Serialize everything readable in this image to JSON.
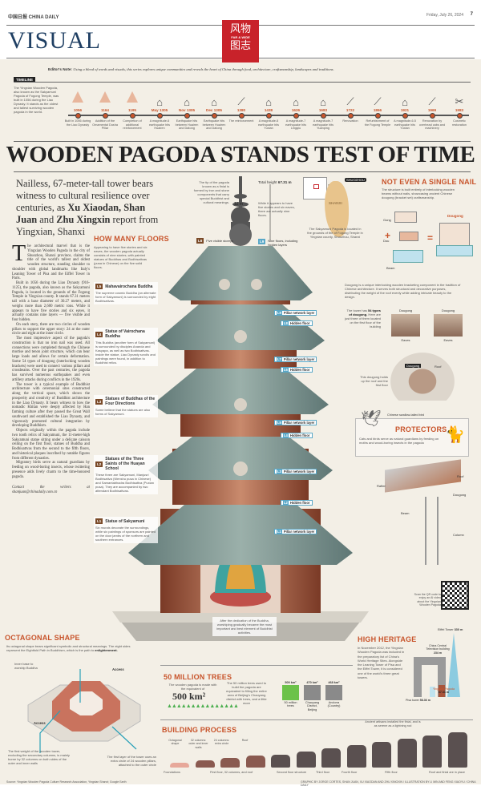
{
  "masthead": {
    "paper": "中国日报 CHINA DAILY",
    "date": "Friday, July 26, 2024",
    "page": "7",
    "section": "VISUAL",
    "logo_cn": "风物图志",
    "logo_en": "FAR & WIDE"
  },
  "editors_note": {
    "label": "Editor's Note:",
    "text": "Using a blend of words and visuals, this series explores unique communities and reveals the heart of China through food, architecture, craftsmanship, landscapes and traditions."
  },
  "timeline": {
    "label": "TIMELINE",
    "intro": "The Yingxian Wooden Pagoda, also known as the Sakyamuni Pagoda of Fogong Temple, was built in 1056 during the Liao Dynasty. It stands as the oldest and tallest surviving wooden pagoda in the world.",
    "events": [
      {
        "year": "1056",
        "desc": "Built in 1056 during the Liao Dynasty",
        "icon": "pagoda"
      },
      {
        "year": "1164",
        "desc": "Addition of the Ornamental Dusha Pillar",
        "icon": "pagoda"
      },
      {
        "year": "1195",
        "desc": "Completion of additional reinforcement",
        "icon": "pagoda"
      },
      {
        "year": "May 1305",
        "desc": "A magnitude-6 earthquake hits Huairen",
        "icon": "quake"
      },
      {
        "year": "Nov 1305",
        "desc": "Earthquake hits between Huairen and Datong",
        "icon": "quake"
      },
      {
        "year": "Dec 1305",
        "desc": "Earthquake hits between Huairen and Datong",
        "icon": "quake"
      },
      {
        "year": "1380",
        "desc": "The reinforcement",
        "icon": "beam"
      },
      {
        "year": "1438",
        "desc": "A magnitude-6 earthquake hits Yuxian",
        "icon": "quake"
      },
      {
        "year": "1626",
        "desc": "A magnitude-7 earthquake hits Lingqiu",
        "icon": "quake"
      },
      {
        "year": "1683",
        "desc": "A magnitude-7 earthquake hits Yuanping",
        "icon": "quake"
      },
      {
        "year": "1722",
        "desc": "Renovation",
        "icon": "beam"
      },
      {
        "year": "1866",
        "desc": "Refurbishment of the Fogong Temple",
        "icon": "beam"
      },
      {
        "year": "1921",
        "desc": "A magnitude-6.5 earthquake hits Yuxian",
        "icon": "quake"
      },
      {
        "year": "1969",
        "desc": "Renovation by overhead cabs and machinery",
        "icon": "beam"
      },
      {
        "year": "1983",
        "desc": "Cosmetic restoration",
        "icon": "tools"
      }
    ]
  },
  "headline": "WOODEN PAGODA STANDS TEST OF TIME",
  "deck": {
    "text1": "Nailless, 67-meter-tall tower bears witness to cultural resilience over centuries, as ",
    "authors1": "Xu Xiaodan, Shan Juan",
    "text2": " and ",
    "authors2": "Zhu Xingxin",
    "text3": " report from Yingxian, Shanxi"
  },
  "body": {
    "dropcap": "T",
    "paragraphs": [
      "he architectural marvel that is the Yingxian Wooden Pagoda in the city of Shuozhou, Shanxi province, claims the title of the world's tallest and oldest wooden structure, standing shoulder to shoulder with global landmarks like Italy's Leaning Tower of Pisa and the Eiffel Tower in Paris.",
      "Built in 1056 during the Liao Dynasty (916-1125), the pagoda, also known as the Sakyamuni Pagoda, is located in the grounds of the Fogong Temple in Yingxian county. It stands 67.31 meters tall with a base diameter of 30.27 meters, and weighs more than 2,600 metric tons. While it appears to have five stories and six eaves, it actually contains nine layers — five visible and four hidden.",
      "On each story, there are two circles of wooden pillars to support the upper story: 24 at the outer circle and eight at the inner circle.",
      "The most impressive aspect of the pagoda's construction is that no iron nail was used. All connections were completed through the Chinese mortise and tenon joint structure, which can bear large loads and allows for certain deformation. Some 54 types of dougong (interlocking wooden brackets) were used to connect various pillars and crossbeams. Over the past centuries, the pagoda has survived numerous earthquakes and even artillery attacks during conflicts in the 1920s.",
      "The tower is a typical example of Buddhist architecture with ceremonial sites constructed along the vertical space, which shows the prosperity and creativity of Buddhist architecture in the Liao Dynasty. It bears witness to how the nomadic Khitan were deeply affected by Han farming culture after they passed the Great Wall southward and established the Liao Dynasty, and vigorously promoted cultural integration by developing Buddhism.",
      "Objects originally within the pagoda include two tooth relics of Sakyamuni, the 11-meter-high Sakyamuni statue sitting under a delicate caisson ceiling on the first floor, statues of Buddha and Bodhisattvas from the second to the fifth floors, and historical plaques inscribed by notable figures from different dynasties.",
      "Migratory birds serve as natural guardians by feeding on wood-boring insects, whose twittering presence adds lively charm to the time-honored pagoda."
    ],
    "contact": "Contact the writers at shanjuan@chinadaily.com.cn"
  },
  "floors": {
    "title": "HOW MANY FLOORS",
    "intro": "Appearing to have five stories and six eaves, the wooden pagoda actually consists of nine stories, with painted statues of Buddhas and Bodhisattvas (pusa in Chinese) on the five solid floors.",
    "levels": [
      {
        "num": "L5",
        "title": "Mahavairochana Buddha",
        "desc": "The supreme cosmic Buddha (an alternate form of Sakyamuni) is surrounded by eight Bodhisattvas."
      },
      {
        "num": "L4",
        "title": "Statue of Vairochana Buddha",
        "desc": "This Buddha (another form of Sakyamuni) is surrounded by disciples Ananda and Kasyapa, as well as two Bodhisattvas. Inside the statue, Liao Dynasty scrolls and paintings were found, in addition to Buddhist relics."
      },
      {
        "num": "L3",
        "title": "Statues of Buddhas of the Four Directions",
        "desc": "Some believe that the statues are also forms of Sakyamuni."
      },
      {
        "num": "L2",
        "title": "Statues of the Three Saints of the Huayan School",
        "desc": "These three are Sakyamuni, Manjusri Bodhisattva (Wenshu pusa in Chinese) and Samantabhadra Bodhisattva (Puxian pusa). They are accompanied by two attendant Bodhisattvas."
      },
      {
        "num": "L1",
        "title": "Statue of Sakyamuni",
        "desc": "Six murals decorate the surroundings, while six paintings of sponsors are painted on the door jambs of the northern and southern entrances."
      }
    ]
  },
  "pagoda": {
    "spire_note": "The tip of the pagoda known as a finial is formed by iron and stone components that carry special Buddhist and cultural meanings.",
    "spire_height": "11 m",
    "total_height_label": "Total height",
    "total_height": "67.31 m",
    "appearance_note": "While it appears to have five stories and six eaves, there are actually nine floors.",
    "nine_floors_num": "L9",
    "nine_floors": "Nine floors, including hidden layers",
    "five_eaves_num": "L6",
    "five_eaves": "Five visible storeys",
    "buddha_height": "11 m",
    "layers": [
      "Pillar network layer",
      "Hidden floor",
      "Pillar network layer",
      "Hidden floor",
      "Pillar network layer",
      "Hidden floor",
      "Pillar network layer",
      "Hidden floor",
      "Pillar network layer"
    ],
    "dedication_note": "After the dedication of the Buddha, worshiping gradually became the most important and best element of Buddhist activities."
  },
  "location": {
    "tag": "SHUOZHOU",
    "province": "SHANXI",
    "caption": "The Sakyamuni Pagoda is located in the grounds of the of Fogong Temple in Yingxian county, Shuozhou, Shanxi"
  },
  "nail": {
    "title": "NOT EVEN A SINGLE NAIL",
    "intro": "The structure is built entirely of interlocking wooden beams without nails, showcasing ancient Chinese dougong (bracket set) craftsmanship.",
    "parts": [
      "Gong",
      "Dou",
      "Beam",
      "Dougong"
    ],
    "desc": "Dougong is a unique interlocking wooden bracketing component in the tradition of Chinese architecture. It serves both structural and decorative purposes, distributing the weight of the roof evenly while adding intricate beauty to the design.",
    "types_a": "The tower has ",
    "types_b": "54 types of dougong.",
    "types_c": " Here are just three of them located on the first floor of the building",
    "type_labels": [
      "Dougong",
      "Dougong"
    ],
    "type_sub": [
      "Eaves",
      "Eaves"
    ],
    "roof_labels": [
      "Dougong",
      "Roof"
    ],
    "holds_note": "This dougong holds up the roof and the first floor"
  },
  "protectors": {
    "title": "PROTECTORS",
    "bird_label": "Chinese swallow-tailed bird",
    "text": "Cats and birds serve as natural guardians by feeding on moths and wood-boring insects in the pagoda"
  },
  "structure_labels": [
    "Rafter",
    "Roof",
    "Dougong",
    "Beam",
    "Column"
  ],
  "qr": {
    "text": "Scan the QR code to enjoy an AI video about the Yingxian Wooden Pagoda"
  },
  "heritage": {
    "title": "HIGH HERITAGE",
    "text": "In November 2012, the Yingxian Wooden Pagoda was included in the preparatory list of China's World Heritage Sites. Alongside the Leaning Tower of Pisa and the Eiffel Tower, it is considered one of the world's three great towers.",
    "towers": [
      {
        "name": "Eiffel Tower",
        "height": "330 m"
      },
      {
        "name": "China Central Television building",
        "height": "234 m"
      },
      {
        "name": "Yingxian Pagoda",
        "height": "67.31 m"
      },
      {
        "name": "Pisa tower",
        "height": "58.36 m"
      }
    ]
  },
  "octagon": {
    "title": "OCTAGONAL SHAPE",
    "intro_a": "Its octagonal shape bears significant symbolic and structural meanings. The eight sides represent the Eightfold Path in Buddhism, which is the path to ",
    "intro_b": "enlightenment.",
    "inner": "Inner base to worship Buddha",
    "access": "Access",
    "access2": "Access",
    "note_left": "The first weight of the wooden tower, excluding the secondary columns, is mainly borne by 32 columns on both sides of the outer and inner walls",
    "note_right": "The first layer of the tower uses an extra circle of 24 wooden pillars, attached to the outer circle"
  },
  "trees": {
    "title": "50 MILLION TREES",
    "intro": "The wooden pagoda is made with the equivalent of",
    "area": "500 km²",
    "note": "The 50 million trees used to build the pagoda are equivalent to filling the entire area of Beijing's Chaoyang district with trees, and a little more",
    "compare": [
      {
        "value": "500 km²",
        "label": "50 million trees",
        "color": "#6cc24a"
      },
      {
        "value": "470 km²",
        "label": "Chaoyang District, Beijing",
        "color": "#8a8a8a"
      },
      {
        "value": "468 km²",
        "label": "Andorra (Country)",
        "color": "#8a8a8a"
      }
    ]
  },
  "building": {
    "title": "BUILDING PROCESS",
    "top_labels": [
      "Octagonal shape",
      "32 columns: outer and inner walls",
      "24 columns: extra circle",
      "Roof"
    ],
    "finial_note": "Ancient artisans installed the finial, and is as serene as a lightning rod",
    "stages": [
      "Foundations",
      "First floor, 32 columns, and roof",
      "Second floor structure",
      "Third floor",
      "Fourth floor",
      "Fifth floor",
      "Roof and finial are in place"
    ]
  },
  "credits": {
    "source": "Source: Yingxian Wooden Pagoda Culture Research Association, Yingxian Shanxi; Google Earth",
    "graphic": "GRAPHIC BY JORGE CORTES, SHAN JUAN, XU XIAODAN AND ZHU XINGXIN / ILLUSTRATION BY LI MIN AND FENG XIAOYU / CHINA DAILY"
  }
}
